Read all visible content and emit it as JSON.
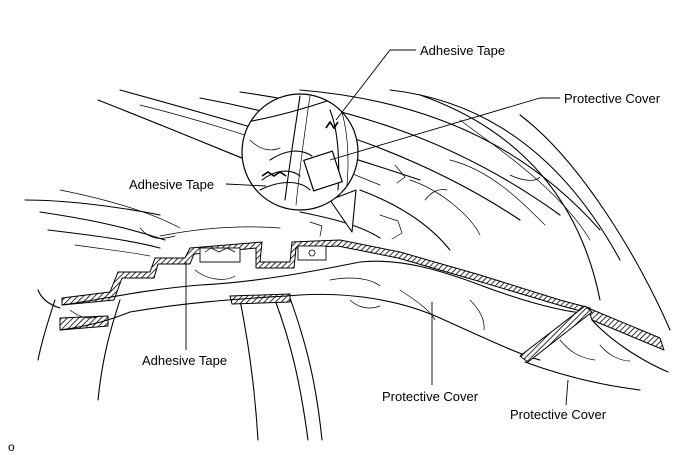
{
  "figure_id": "o",
  "callouts": {
    "adhesive_tape_top": "Adhesive Tape",
    "protective_cover_top": "Protective Cover",
    "adhesive_tape_detail": "Adhesive Tape",
    "adhesive_tape_bottom": "Adhesive Tape",
    "protective_cover_middle": "Protective Cover",
    "protective_cover_bottom": "Protective Cover"
  }
}
